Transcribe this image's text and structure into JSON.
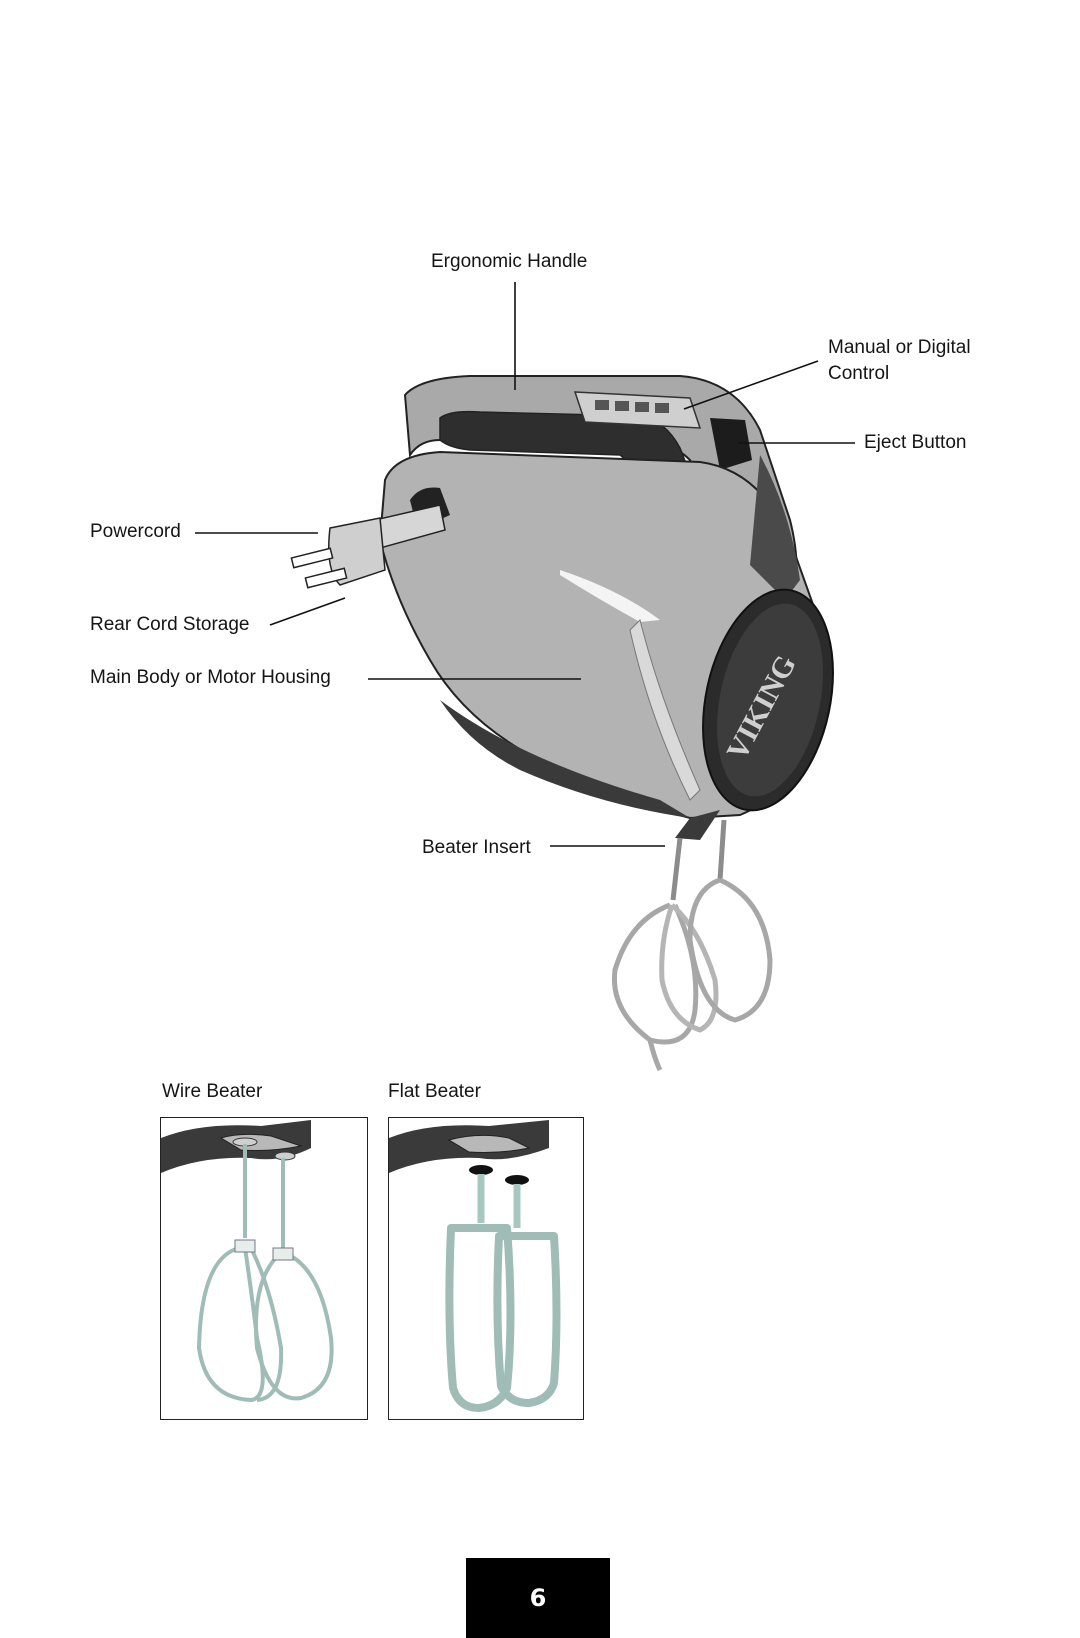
{
  "labels": {
    "ergonomic_handle": "Ergonomic Handle",
    "manual_control_line1": "Manual or Digital",
    "manual_control_line2": "Control",
    "eject_button": "Eject Button",
    "powercord": "Powercord",
    "rear_cord_storage": "Rear Cord Storage",
    "main_body": "Main Body or Motor Housing",
    "beater_insert": "Beater Insert",
    "wire_beater": "Wire Beater",
    "flat_beater": "Flat Beater"
  },
  "page_number": "6",
  "logo_text": "VIKING",
  "colors": {
    "body_gray": "#b3b3b3",
    "dark_gray": "#3a3a3a",
    "beater_teal": "#9fbcb6",
    "page_box": "#000000"
  }
}
